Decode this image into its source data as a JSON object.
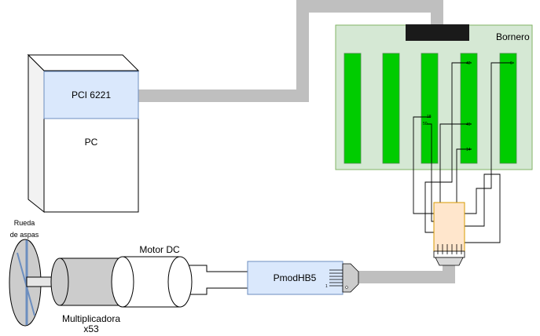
{
  "pc": {
    "card_label": "PCI 6221",
    "label": "PC"
  },
  "bornero": {
    "title": "Bornero",
    "pin_labels": {
      "p42": "42",
      "p6": "6",
      "p18": "18",
      "p50": "50",
      "p49": "49",
      "p14": "14"
    }
  },
  "pmod": {
    "label": "PmodHB5",
    "pin1": "1"
  },
  "motor": {
    "label": "Motor DC"
  },
  "gearbox": {
    "label_line1": "Multiplicadora",
    "label_line2": "x53"
  },
  "wheel": {
    "label_line1": "Rueda",
    "label_line2": "de aspas"
  },
  "colors": {
    "cable_gray": "#bfbfbf",
    "board_fill": "#d5e8d4",
    "board_stroke": "#82b366",
    "slot_green": "#00cc00",
    "card_blue": "#dae8fc",
    "card_blue_stroke": "#6c8ebf",
    "connector_fill": "#ffe6cc",
    "connector_stroke": "#d79b00",
    "dark_block": "#1a1a1a"
  }
}
